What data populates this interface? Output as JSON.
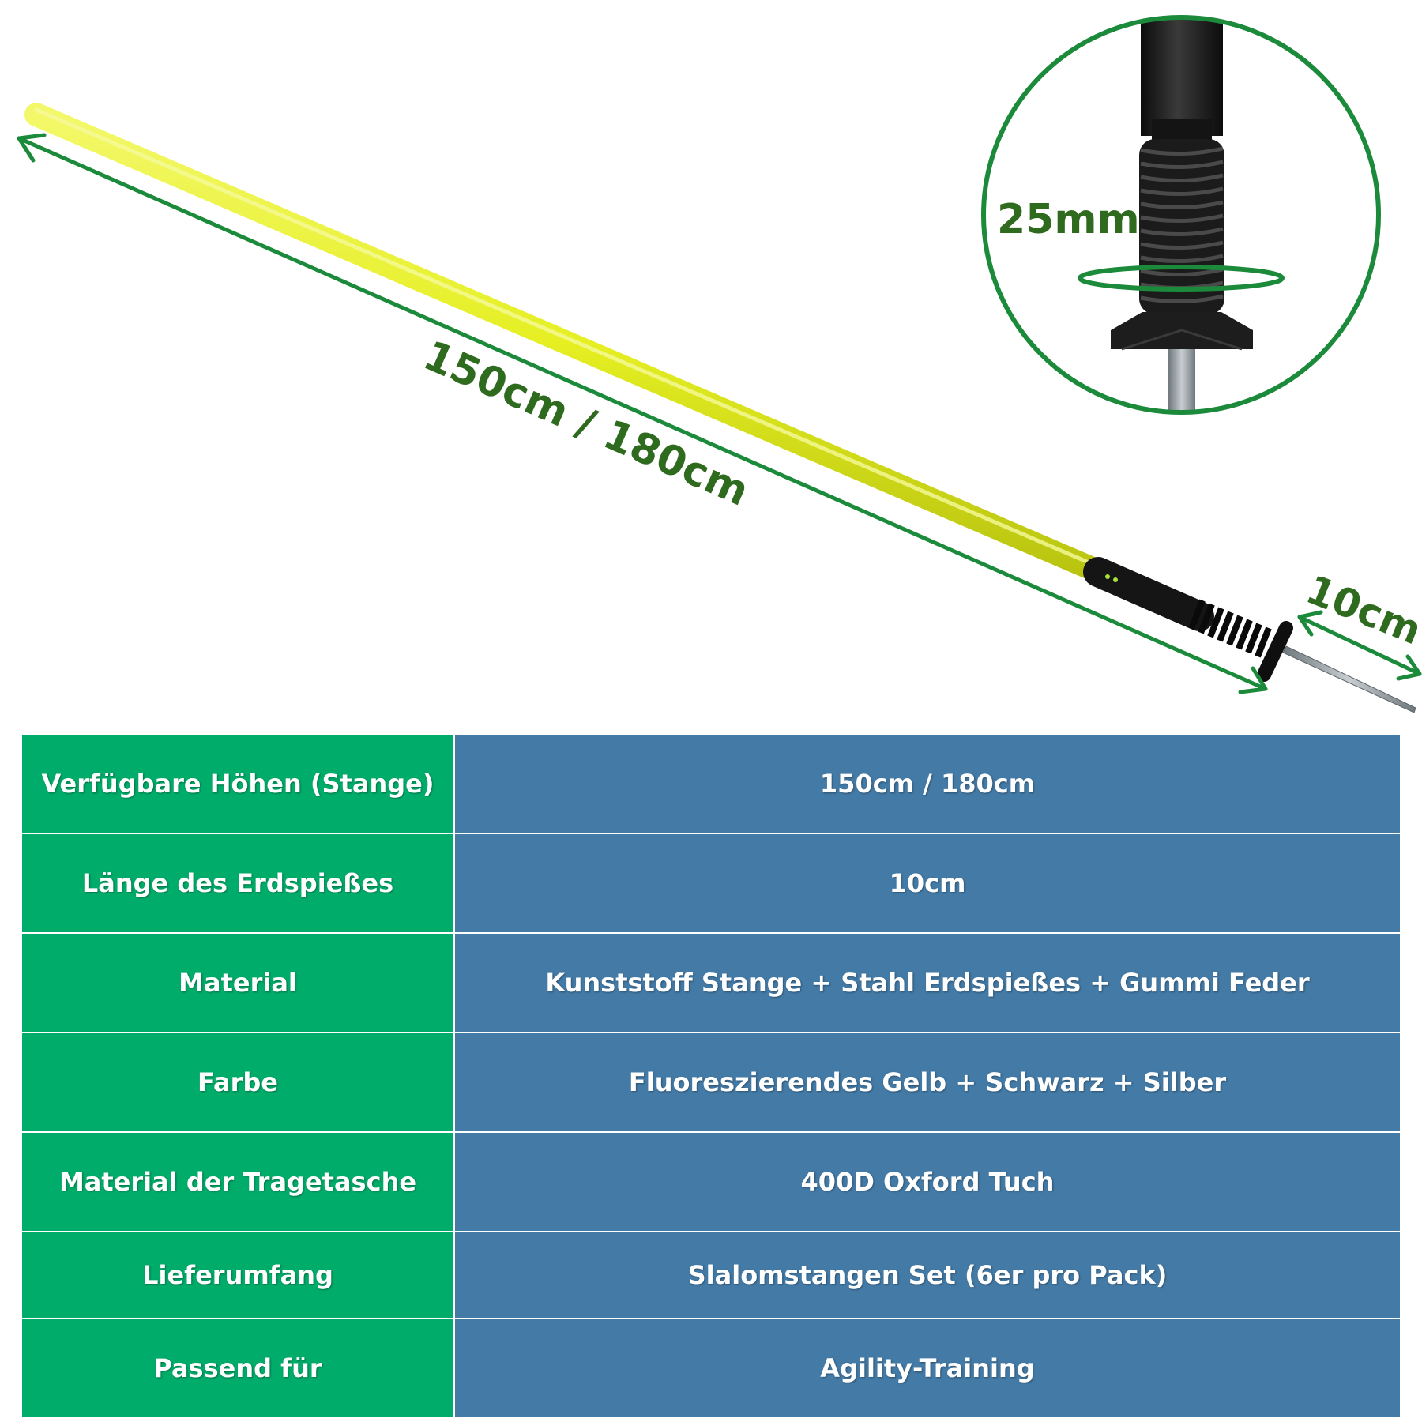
{
  "illustration": {
    "length_label": "150cm / 180cm",
    "spike_label": "10cm",
    "diameter_label": "25mm",
    "colors": {
      "pole": "#e5ef22",
      "arrow": "#1b8a3a",
      "label": "#2f6b1e",
      "circle": "#1b8a3a",
      "grip": "#1a1a1a",
      "spike": "#9aa3a8"
    }
  },
  "specs": {
    "rows": [
      {
        "label": "Verfügbare Höhen (Stange)",
        "value": "150cm / 180cm"
      },
      {
        "label": "Länge des Erdspießes",
        "value": "10cm"
      },
      {
        "label": "Material",
        "value": "Kunststoff Stange + Stahl Erdspießes + Gummi Feder"
      },
      {
        "label": "Farbe",
        "value": "Fluoreszierendes Gelb + Schwarz + Silber"
      },
      {
        "label": "Material der Tragetasche",
        "value": "400D Oxford Tuch"
      },
      {
        "label": "Lieferumfang",
        "value": "Slalomstangen Set (6er pro Pack)"
      },
      {
        "label": "Passend für",
        "value": "Agility-Training"
      }
    ],
    "colors": {
      "label_bg": "#00ac69",
      "value_bg": "#437aa6",
      "text": "#ffffff"
    }
  }
}
